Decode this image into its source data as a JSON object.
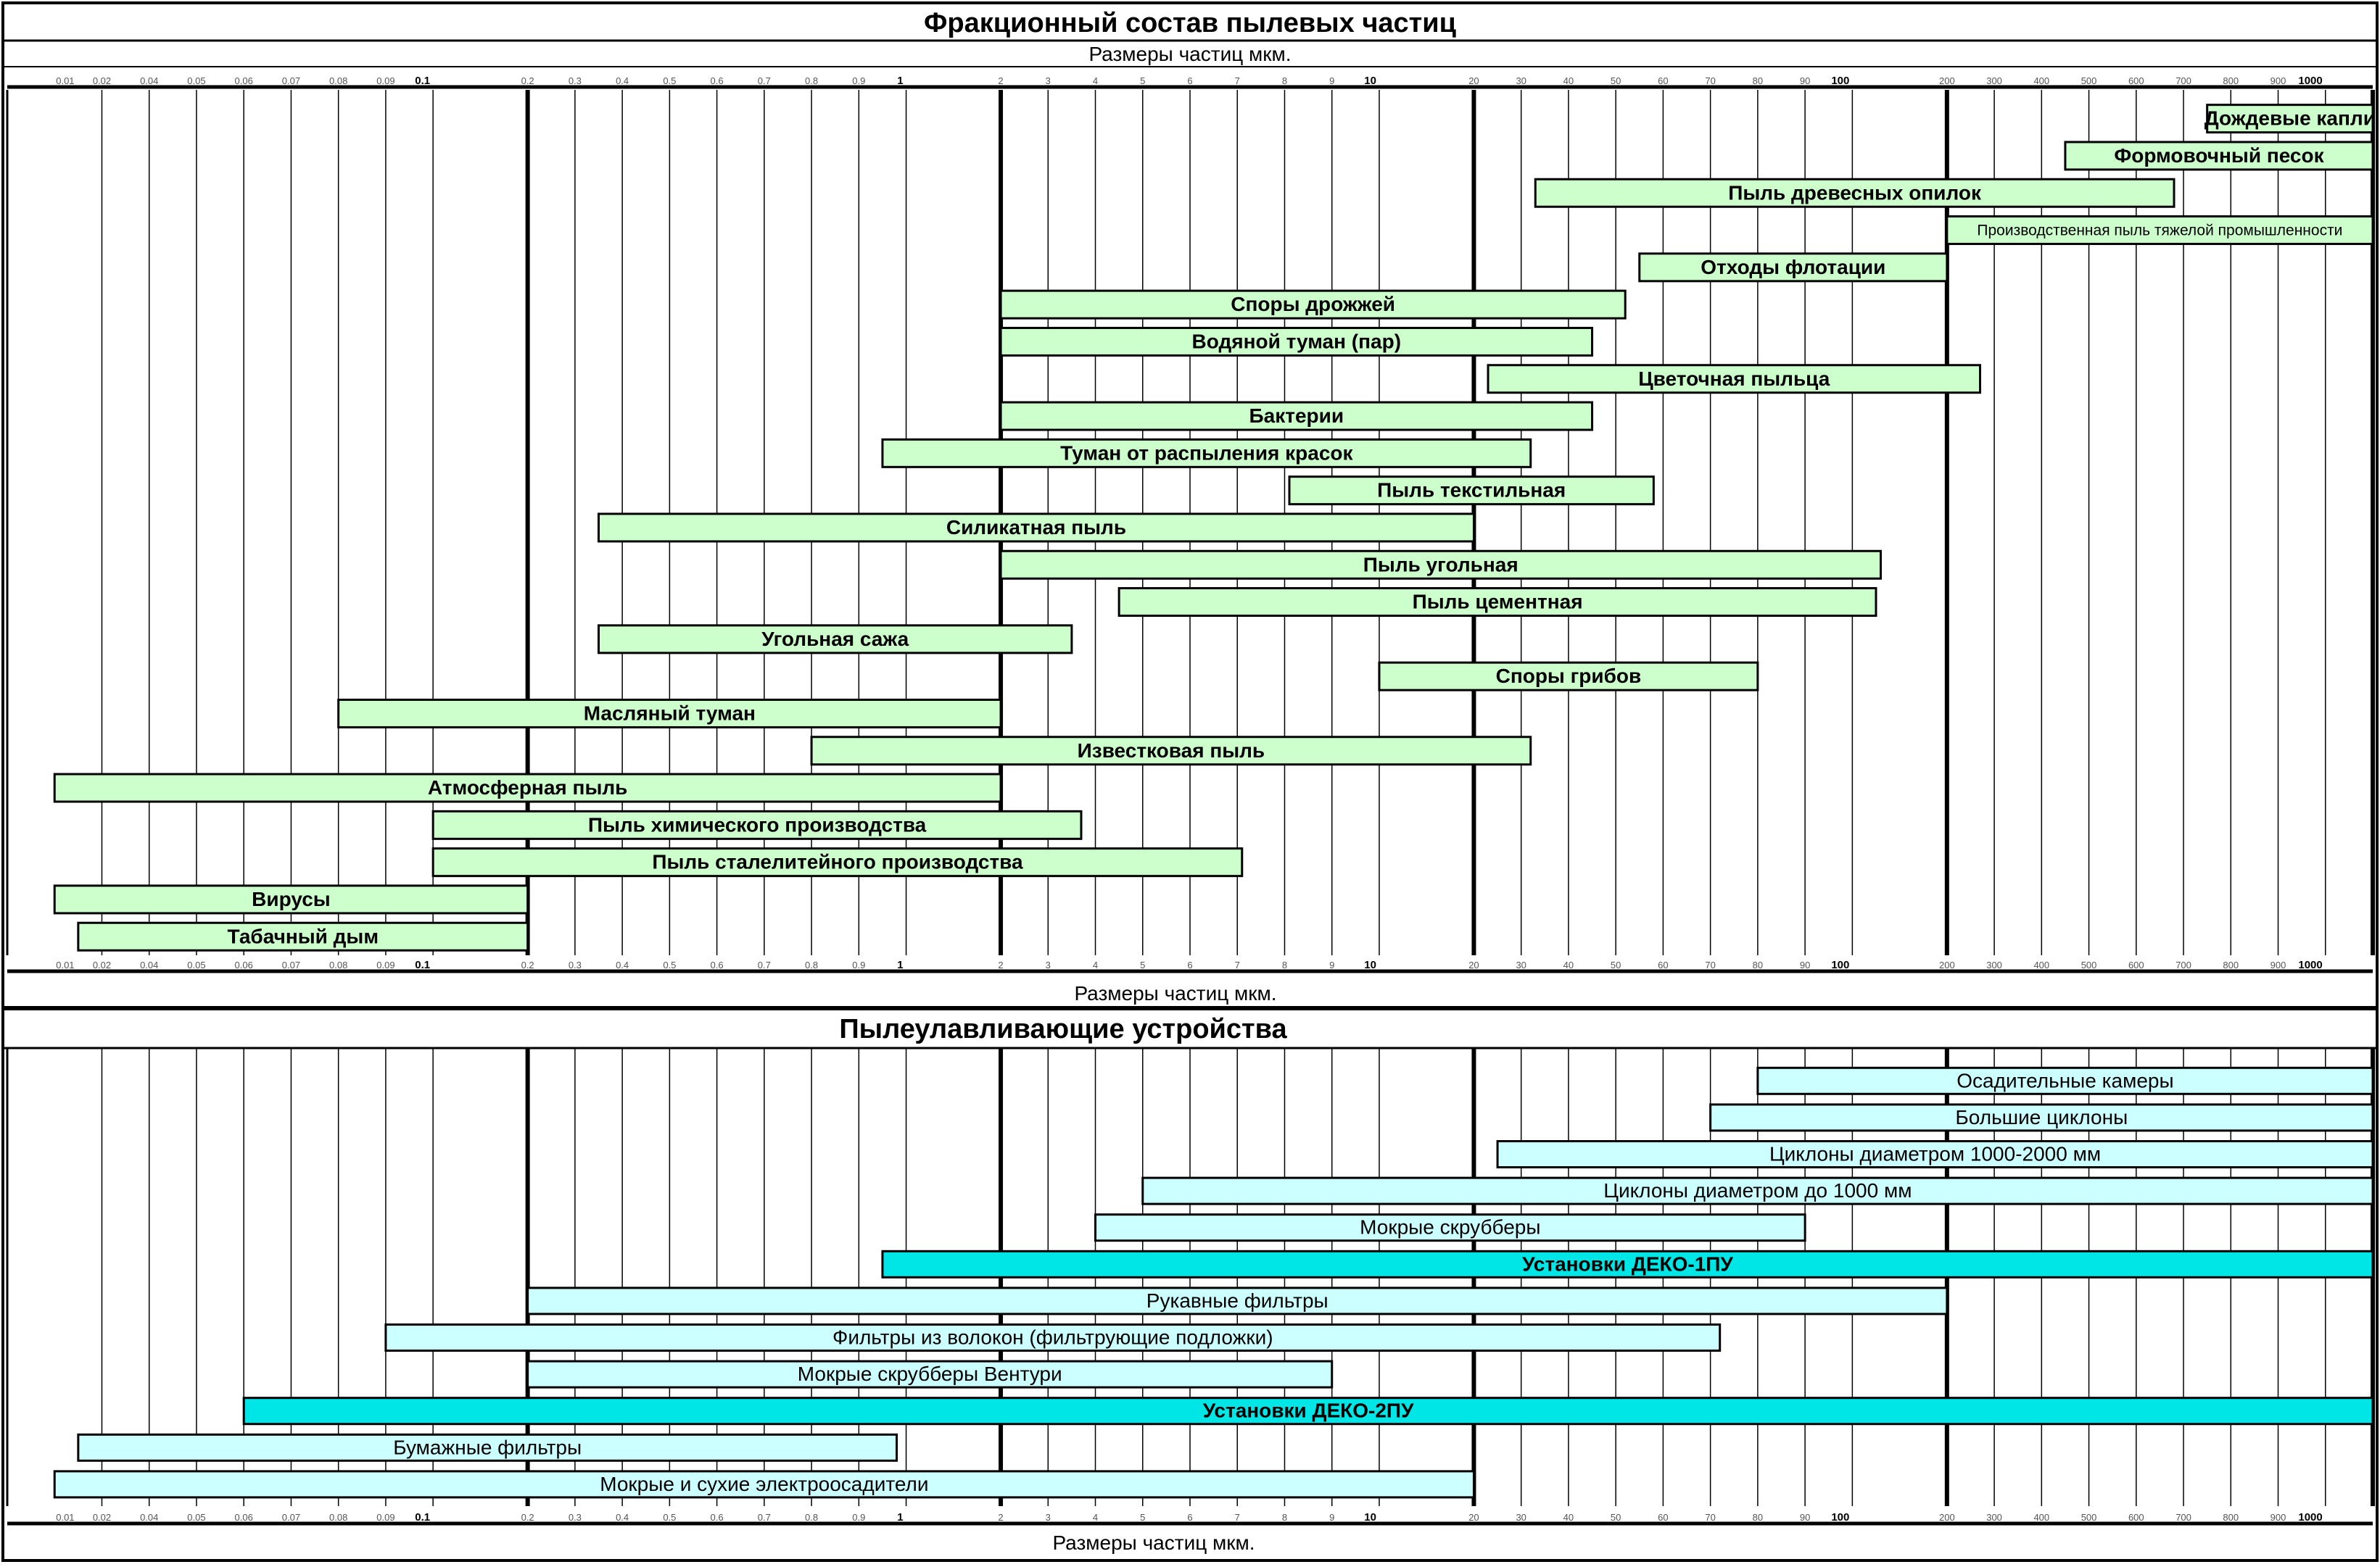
{
  "chart_data": [
    {
      "type": "bar",
      "title": "Фракционный состав пылевых частиц",
      "xlabel": "Размеры частиц мкм.",
      "x_scale": "piecewise-linear per decade",
      "xlim": [
        0.01,
        1000
      ],
      "colors": {
        "bar_fill": "#ccffcc",
        "bar_stroke": "#000000"
      },
      "series": [
        {
          "label": "Дождевые капли",
          "from": 650,
          "to": 1000,
          "bold": true,
          "align": "center"
        },
        {
          "label": "Формовочный песок",
          "from": 350,
          "to": 1000,
          "bold": true,
          "align": "center"
        },
        {
          "label": "Пыль древесных опилок",
          "from": 23,
          "to": 580,
          "bold": true,
          "align": "center"
        },
        {
          "label": "Производственная пыль тяжелой промышленности",
          "from": 100,
          "to": 1000,
          "bold": false,
          "small": true,
          "align": "center"
        },
        {
          "label": "Отходы флотации",
          "from": 45,
          "to": 100,
          "bold": true,
          "align": "center"
        },
        {
          "label": "Споры дрожжей",
          "from": 1,
          "to": 42,
          "bold": true,
          "align": "center"
        },
        {
          "label": "Водяной туман (пар)",
          "from": 1,
          "to": 35,
          "bold": true,
          "align": "center"
        },
        {
          "label": "Цветочная пыльца",
          "from": 13,
          "to": 170,
          "bold": true,
          "align": "center"
        },
        {
          "label": "Бактерии",
          "from": 1,
          "to": 35,
          "bold": true,
          "align": "center"
        },
        {
          "label": "Туман от распыления красок",
          "from": 0.85,
          "to": 22,
          "bold": true,
          "align": "center"
        },
        {
          "label": "Пыль текстильная",
          "from": 7.1,
          "to": 48,
          "bold": true,
          "align": "center"
        },
        {
          "label": "Силикатная пыль",
          "from": 0.25,
          "to": 10,
          "bold": true,
          "align": "center"
        },
        {
          "label": "Пыль угольная",
          "from": 1,
          "to": 96,
          "bold": true,
          "align": "center"
        },
        {
          "label": "Пыль цементная",
          "from": 3.5,
          "to": 95,
          "bold": true,
          "align": "center"
        },
        {
          "label": "Угольная сажа",
          "from": 0.25,
          "to": 2.5,
          "bold": true,
          "align": "center"
        },
        {
          "label": "Споры грибов",
          "from": 9,
          "to": 70,
          "bold": true,
          "align": "center"
        },
        {
          "label": "Масляный туман",
          "from": 0.07,
          "to": 1,
          "bold": true,
          "align": "center"
        },
        {
          "label": "Известковая пыль",
          "from": 0.7,
          "to": 22,
          "bold": true,
          "align": "center"
        },
        {
          "label": "Атмосферная пыль",
          "from": 0.01,
          "to": 1,
          "bold": true,
          "align": "center"
        },
        {
          "label": "Пыль химического производства",
          "from": 0.09,
          "to": 2.7,
          "bold": true,
          "align": "center"
        },
        {
          "label": "Пыль сталелитейного производства",
          "from": 0.09,
          "to": 6.1,
          "bold": true,
          "align": "center"
        },
        {
          "label": "Вирусы",
          "from": 0.01,
          "to": 0.1,
          "bold": true,
          "align": "center"
        },
        {
          "label": "Табачный дым",
          "from": 0.015,
          "to": 0.1,
          "bold": true,
          "align": "center"
        }
      ]
    },
    {
      "type": "bar",
      "title": "Пылеулавливающие устройства",
      "xlabel": "Размеры частиц мкм.",
      "x_scale": "piecewise-linear per decade",
      "xlim": [
        0.01,
        1000
      ],
      "colors": {
        "bar_fill": "#ccffff",
        "bar_fill_highlight": "#00e5e5",
        "bar_stroke": "#000000"
      },
      "series": [
        {
          "label": "Осадительные камеры",
          "from": 70,
          "to": 1000,
          "bold": false,
          "align": "center"
        },
        {
          "label": "Большие циклоны",
          "from": 60,
          "to": 1000,
          "bold": false,
          "align": "center"
        },
        {
          "label": "Циклоны диаметром 1000-2000 мм",
          "from": 15,
          "to": 1000,
          "bold": false,
          "align": "center"
        },
        {
          "label": "Циклоны диаметром до 1000 мм",
          "from": 4,
          "to": 1000,
          "bold": false,
          "align": "center"
        },
        {
          "label": "Мокрые скрубберы",
          "from": 3,
          "to": 80,
          "bold": false,
          "align": "center"
        },
        {
          "label": "Установки ДЕКО-1ПУ",
          "from": 0.85,
          "to": 1000,
          "bold": true,
          "highlight": true,
          "align": "center"
        },
        {
          "label": "Рукавные фильтры",
          "from": 0.1,
          "to": 100,
          "bold": false,
          "align": "center"
        },
        {
          "label": "Фильтры из волокон (фильтрующие подложки)",
          "from": 0.08,
          "to": 62,
          "bold": false,
          "align": "center"
        },
        {
          "label": "Мокрые скрубберы Вентури",
          "from": 0.1,
          "to": 8,
          "bold": false,
          "align": "center"
        },
        {
          "label": "Установки ДЕКО-2ПУ",
          "from": 0.05,
          "to": 1000,
          "bold": true,
          "highlight": true,
          "align": "center"
        },
        {
          "label": "Бумажные фильтры",
          "from": 0.015,
          "to": 0.88,
          "bold": false,
          "align": "center"
        },
        {
          "label": "Мокрые и сухие электроосадители",
          "from": 0.01,
          "to": 10,
          "bold": false,
          "align": "center"
        }
      ]
    }
  ],
  "axis": {
    "label": "Размеры частиц мкм.",
    "ticks": [
      "0.01",
      "0.02",
      "0.04",
      "0.05",
      "0.06",
      "0.07",
      "0.08",
      "0.09",
      "0.1",
      "0.2",
      "0.3",
      "0.4",
      "0.5",
      "0.6",
      "0.7",
      "0.8",
      "0.9",
      "1",
      "2",
      "3",
      "4",
      "5",
      "6",
      "7",
      "8",
      "9",
      "10",
      "20",
      "30",
      "40",
      "50",
      "60",
      "70",
      "80",
      "90",
      "100",
      "200",
      "300",
      "400",
      "500",
      "600",
      "700",
      "800",
      "900",
      "1000"
    ],
    "major": [
      "0.1",
      "1",
      "10",
      "100",
      "1000"
    ]
  }
}
